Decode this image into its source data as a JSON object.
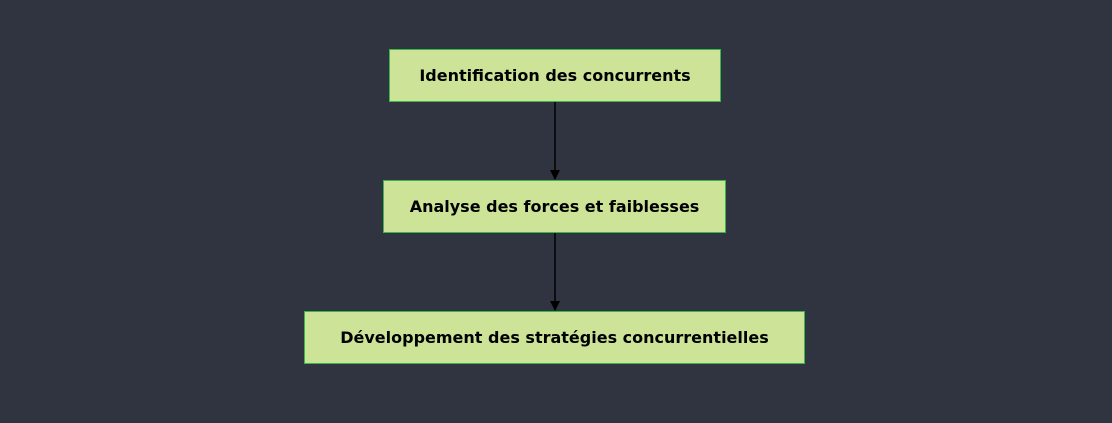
{
  "diagram": {
    "type": "flowchart",
    "direction": "top-to-bottom",
    "colors": {
      "background": "#2f3440",
      "node_fill": "#cde498",
      "node_border": "#36b84a",
      "edge": "#000000",
      "text": "#000000"
    },
    "nodes": [
      {
        "id": "n1",
        "label": "Identification des concurrents"
      },
      {
        "id": "n2",
        "label": "Analyse des forces et faiblesses"
      },
      {
        "id": "n3",
        "label": "Développement des stratégies concurrentielles"
      }
    ],
    "edges": [
      {
        "from": "n1",
        "to": "n2"
      },
      {
        "from": "n2",
        "to": "n3"
      }
    ]
  }
}
